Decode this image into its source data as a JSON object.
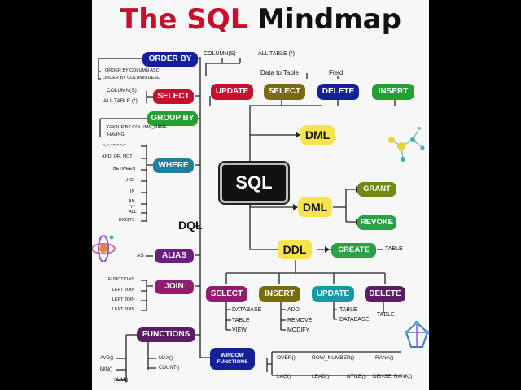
{
  "title": {
    "part1": "The SQL",
    "part2": "Mindmap"
  },
  "center": "SQL",
  "dql": {
    "label": "DQL",
    "order_by": {
      "label": "ORDER BY",
      "items": [
        "ORDER BY COLUMN ASC",
        "ORDER BY COLUMN DESC"
      ]
    },
    "select": {
      "label": "SELECT",
      "items": [
        "COLUMN(S)",
        "ALL TABLE (*)"
      ]
    },
    "group_by": {
      "label": "GROUP BY",
      "items": [
        "GROUP BY COLUMN_NAME",
        "HAVING"
      ]
    },
    "where": {
      "label": "WHERE",
      "items": [
        "<,>,<=,>=,=",
        "AND, OR, NOT",
        "BETWEEN",
        "LIKE",
        "IN",
        "AN\nY",
        "ALL",
        "EXISTS"
      ]
    },
    "alias": {
      "label": "ALIAS",
      "items": [
        "AS"
      ]
    },
    "join": {
      "label": "JOIN",
      "items": [
        "FUNCTIONS",
        "LEFT JOIN",
        "LEFT JOIN",
        "LEFT JOIN"
      ]
    },
    "functions": {
      "label": "FUNCTIONS",
      "items": [
        "AVG()",
        "MIN()",
        "SUM()",
        "MAX()",
        "COUNT()"
      ]
    },
    "window": {
      "label": "WINDOW\nFUNCTIONS",
      "items": [
        "OVER()",
        "ROW_NUMBER()",
        "RANK()",
        "LAG()",
        "LEAD()",
        "NTILE()",
        "DENSE_RANK()"
      ]
    }
  },
  "dml": {
    "label": "DML",
    "update": {
      "label": "UPDATE",
      "items": [
        "COLUMN(S)",
        "ALL TABLE (*)"
      ]
    },
    "select": {
      "label": "SELECT",
      "note": "Data to Table"
    },
    "delete": {
      "label": "DELETE",
      "note": "Field"
    },
    "insert": {
      "label": "INSERT"
    }
  },
  "dcl": {
    "label": "DML",
    "grant": "GRANT",
    "revoke": "REVOKE"
  },
  "ddl": {
    "label": "DDL",
    "create": {
      "label": "CREATE",
      "note": "TABLE"
    },
    "select": {
      "label": "SELECT",
      "items": [
        "DATABASE",
        "TABLE",
        "VIEW"
      ]
    },
    "insert": {
      "label": "INSERT",
      "items": [
        "ADD",
        "REMOVE",
        "MODIFY"
      ]
    },
    "update": {
      "label": "UPDATE",
      "items": [
        "TABLE",
        "DATABASE"
      ]
    },
    "delete": {
      "label": "DELETE",
      "items": [
        "TABLE"
      ]
    }
  },
  "colors": {
    "title_accent": "#c8102e",
    "node_yellow": "#f7e34b",
    "background": "#f7f7f7"
  }
}
